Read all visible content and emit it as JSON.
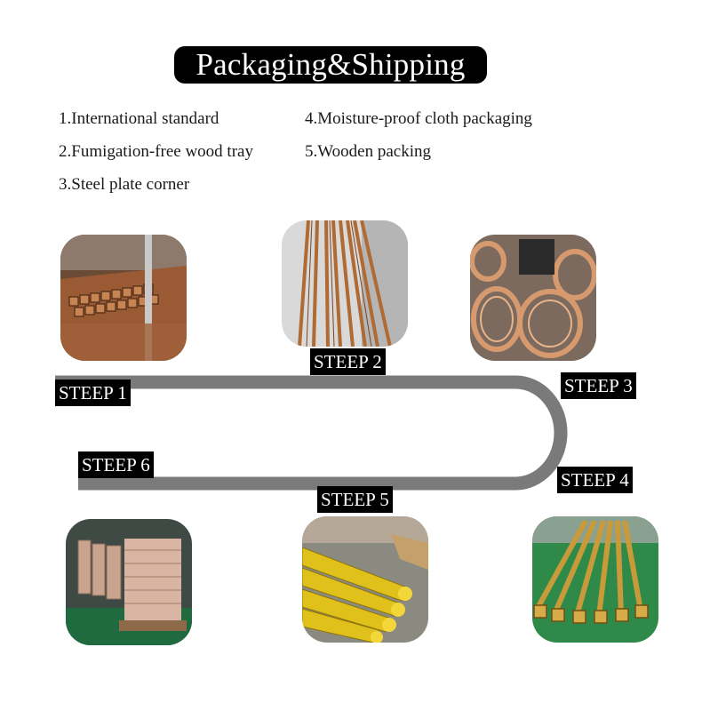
{
  "title": "Packaging&Shipping",
  "features": [
    "1.International standard",
    "2.Fumigation-free wood tray",
    "3.Steel plate corner",
    "4.Moisture-proof cloth packaging",
    "5.Wooden packing"
  ],
  "steps": [
    "STEEP 1",
    "STEEP 2",
    "STEEP 3",
    "STEEP 4",
    "STEEP 5",
    "STEEP 6"
  ],
  "photos": [
    "square-copper-tubes-rack-photo",
    "long-copper-bars-photo",
    "copper-coils-photo",
    "brass-square-tubes-photo",
    "yellow-wrapped-rods-photo",
    "wrapped-coils-pallet-photo"
  ],
  "colors": {
    "track": "#7a7a7a",
    "label_bg": "#000000",
    "label_text": "#ffffff",
    "copper": "#b8743f"
  }
}
